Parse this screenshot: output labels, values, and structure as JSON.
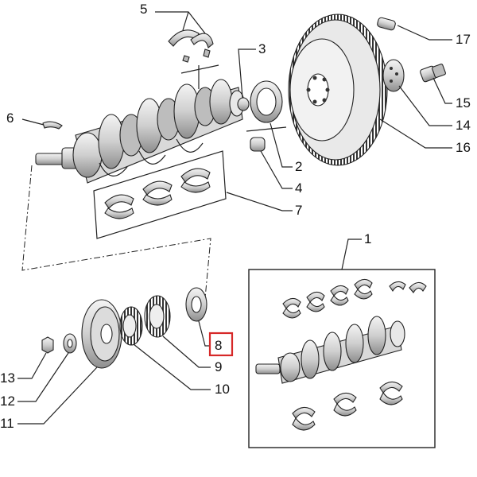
{
  "callouts": [
    "1",
    "2",
    "3",
    "4",
    "5",
    "6",
    "7",
    "8",
    "9",
    "10",
    "11",
    "12",
    "13",
    "14",
    "15",
    "16",
    "17"
  ],
  "highlighted_callout": "8",
  "colors": {
    "line": "#222222",
    "part_fill": "#e6e6e6",
    "part_dark": "#9a9a9a",
    "highlight": "#d62828",
    "background": "#ffffff"
  },
  "parts": {
    "crankshaft_assembly": "crankshaft-icon",
    "main_bearings": "bearing-shell-icon",
    "flywheel": "flywheel-icon",
    "pulley": "pulley-icon",
    "gears": "gear-icon"
  }
}
